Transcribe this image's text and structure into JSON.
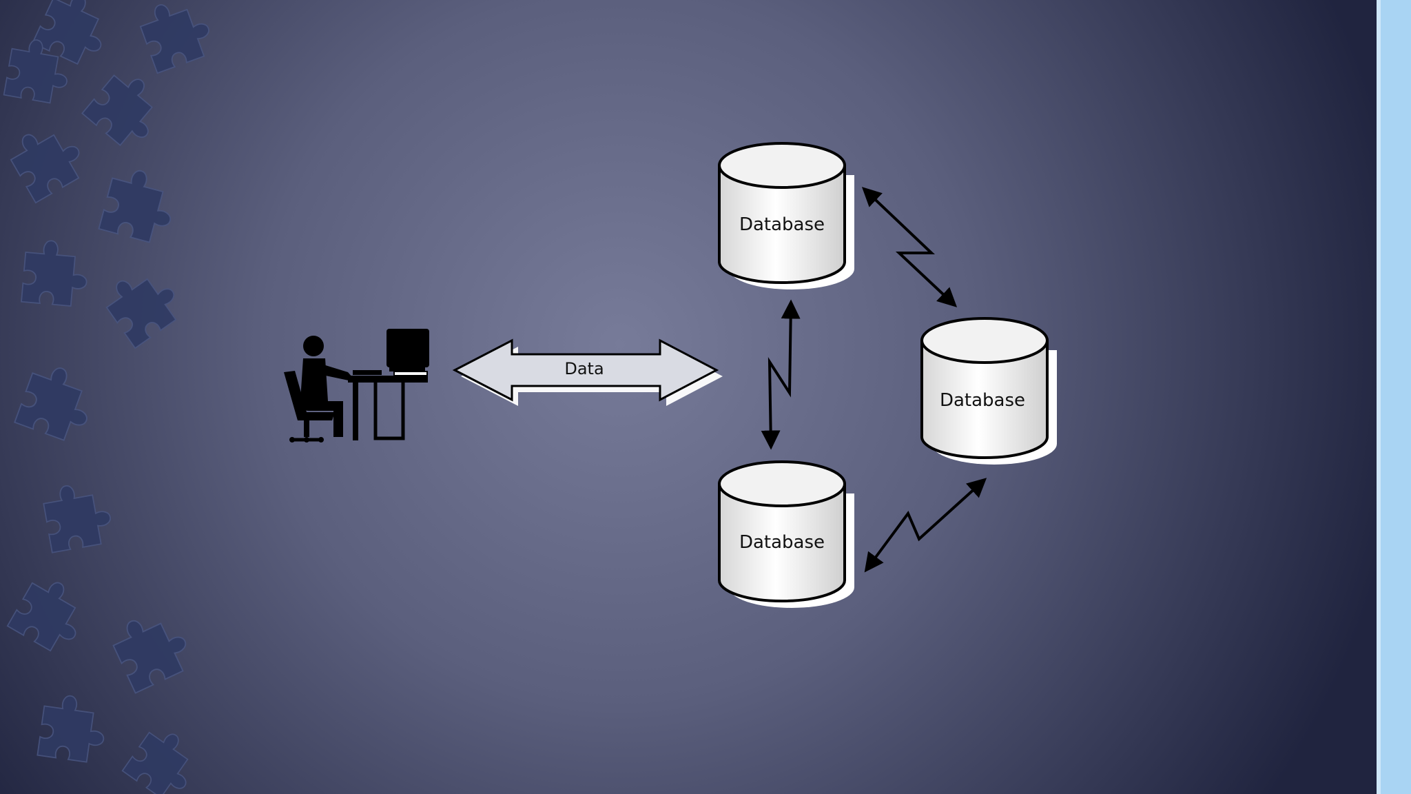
{
  "diagram": {
    "user_workstation": {
      "icon": "user-at-computer-icon"
    },
    "data_arrow": {
      "label": "Data",
      "icon": "double-arrow"
    },
    "databases": [
      {
        "id": "db-top",
        "label": "Database"
      },
      {
        "id": "db-right",
        "label": "Database"
      },
      {
        "id": "db-bottom",
        "label": "Database"
      }
    ],
    "connections": [
      {
        "from": "db-top",
        "to": "db-bottom",
        "icon": "lightning-arrow"
      },
      {
        "from": "db-top",
        "to": "db-right",
        "icon": "lightning-arrow"
      },
      {
        "from": "db-bottom",
        "to": "db-right",
        "icon": "lightning-arrow"
      }
    ]
  },
  "decoration": {
    "left_border": "puzzle-pieces",
    "right_border": "light-blue-strip"
  },
  "colors": {
    "background_center": "#747896",
    "background_edge": "#242846",
    "puzzle": "#2f3a63",
    "right_strip": "#a9d4f3",
    "cylinder_fill": "#f4f4f4",
    "stroke": "#000000"
  }
}
